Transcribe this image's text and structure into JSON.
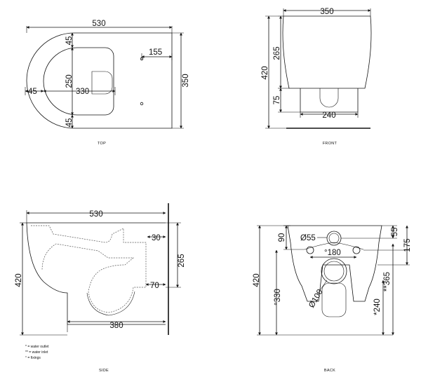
{
  "views": {
    "top": {
      "caption": "TOP",
      "dims": {
        "width": "530",
        "depth": "350",
        "hole_spacing": "155",
        "margin_top": "45",
        "inner_250": "250",
        "margin_bottom": "45",
        "left_margin": "45",
        "bowl_330": "330"
      }
    },
    "front": {
      "caption": "FRONT",
      "dims": {
        "width": "350",
        "bowl_height": "265",
        "total_height": "420",
        "base_height": "75",
        "base_width": "240"
      }
    },
    "side": {
      "caption": "SIDE",
      "dims": {
        "length": "530",
        "height": "420",
        "bowl_height": "265",
        "inlet": "30",
        "outlet": "70",
        "outlet_length": "380"
      },
      "legend": [
        "* = water outlet",
        "** = water inlet",
        "° = fixings"
      ]
    },
    "back": {
      "caption": "BACK",
      "dims": {
        "inlet_height": "90",
        "inlet_dia": "Ø55",
        "top_55": "55",
        "fixing_spacing": "°180",
        "side_175": "175",
        "height": "420",
        "fixing_330": "°330",
        "outlet_dia": "Ø100",
        "outlet_240": "*240",
        "inlet_365": "**365"
      }
    }
  }
}
